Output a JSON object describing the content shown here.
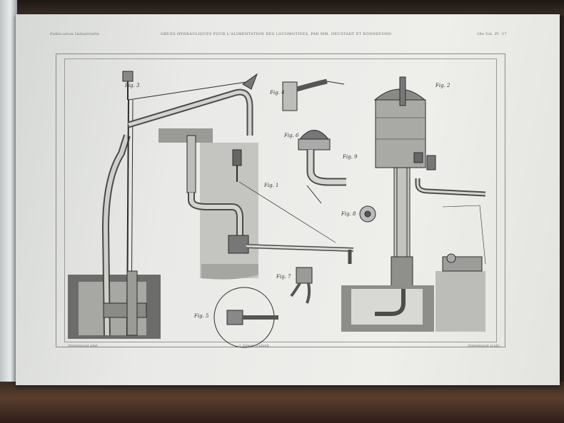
{
  "header": {
    "left": "Publication Industrielle",
    "center": "GRUES HYDRAULIQUES POUR L'ALIMENTATION DES LOCOMOTIVES, PAR MM. NEUSTADT ET BONNEFOND",
    "right": "18e Vol. Pl. 17"
  },
  "labels": {
    "fig1": "Fig. 1",
    "fig2": "Fig. 2",
    "fig3": "Fig. 3",
    "fig4": "Fig. 4",
    "fig5": "Fig. 5",
    "fig6": "Fig. 6",
    "fig7": "Fig. 7",
    "fig8": "Fig. 8",
    "fig9": "Fig. 9"
  },
  "footer": {
    "left": "Armengaud aîné",
    "center": "J. Simon sculpsit",
    "right": "Armengaud sculp."
  },
  "colors": {
    "ink": "#2c2c2c",
    "paper": "#eceeea"
  }
}
